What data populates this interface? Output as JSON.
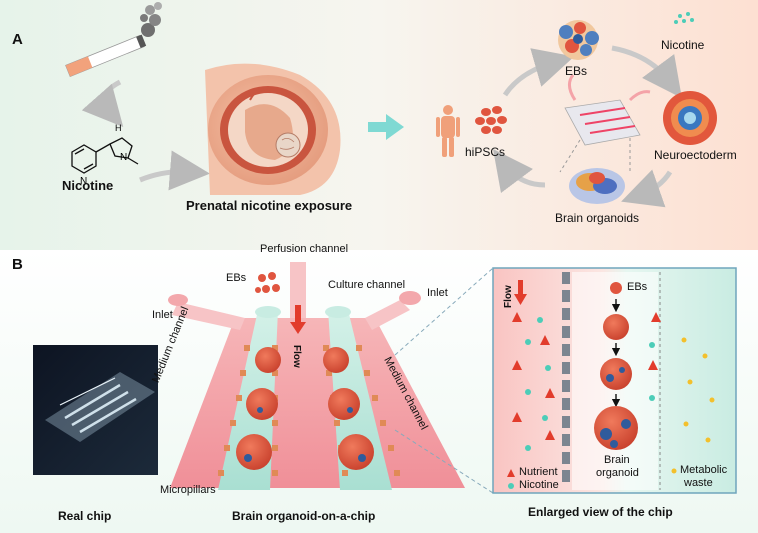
{
  "panel_a": {
    "letter": "A",
    "nicotine_label": "Nicotine",
    "molecule_methyl": "N",
    "molecule_ring_n": "N",
    "molecule_h": "H",
    "exposure_caption": "Prenatal nicotine exposure",
    "cycle": {
      "hipscs": "hiPSCs",
      "ebs": "EBs",
      "nicotine": "Nicotine",
      "neuroectoderm": "Neuroectoderm",
      "brain_organoids": "Brain organoids"
    }
  },
  "panel_b": {
    "letter": "B",
    "real_chip_caption": "Real chip",
    "chip_caption": "Brain organoid-on-a-chip",
    "enlarged_caption": "Enlarged view of the chip",
    "labels": {
      "perfusion_channel": "Perfusion channel",
      "ebs": "EBs",
      "culture_channel": "Culture channel",
      "inlet_left": "Inlet",
      "inlet_right": "Inlet",
      "medium_channel_left": "Medium channel",
      "medium_channel_right": "Medium channel",
      "flow": "Flow",
      "micropillars": "Micropillars"
    },
    "enlarged": {
      "flow": "Flow",
      "ebs": "EBs",
      "brain_organoid_line1": "Brain",
      "brain_organoid_line2": "organoid",
      "legend_nutrient": "Nutrient",
      "legend_nicotine": "Nicotine",
      "legend_metabolic_line1": "Metabolic",
      "legend_metabolic_line2": "waste"
    }
  },
  "colors": {
    "panel_a_left": "#e8f4ec",
    "panel_a_right": "#fde3d6",
    "chip_pink": "#f4a3a8",
    "chip_teal": "#bfe8dc",
    "arrow_teal": "#7fd9d3",
    "cell_red": "#e0553f",
    "nicotine_teal": "#4ccdb8",
    "waste_yellow": "#f3c02c"
  }
}
